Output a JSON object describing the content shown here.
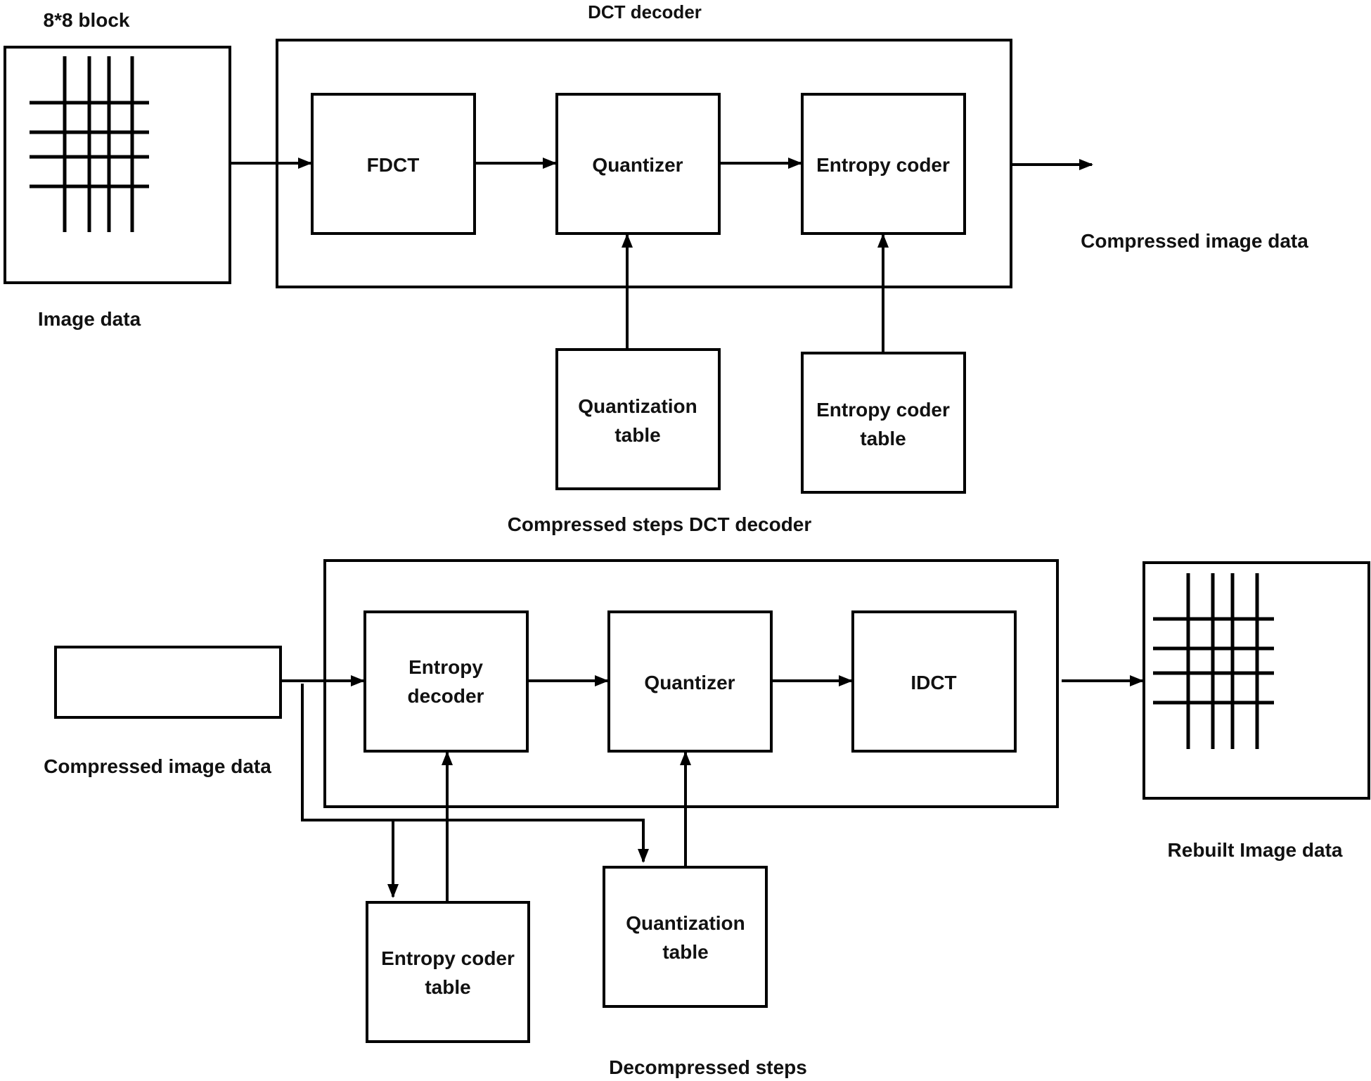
{
  "top": {
    "block_caption": "8*8 block",
    "input_label": "Image data",
    "container_title": "DCT decoder",
    "stage1": "FDCT",
    "stage2": "Quantizer",
    "stage3": "Entropy coder",
    "table1_line1": "Quantization",
    "table1_line2": "table",
    "table2_line1": "Entropy coder",
    "table2_line2": "table",
    "output_label": "Compressed image data",
    "caption": "Compressed steps DCT decoder"
  },
  "bottom": {
    "input_label": "Compressed image  data",
    "stage1_line1": "Entropy",
    "stage1_line2": "decoder",
    "stage2": "Quantizer",
    "stage3": "IDCT",
    "table1_line1": "Entropy coder",
    "table1_line2": "table",
    "table2_line1": "Quantization",
    "table2_line2": "table",
    "output_label": "Rebuilt Image data",
    "caption": "Decompressed steps"
  }
}
